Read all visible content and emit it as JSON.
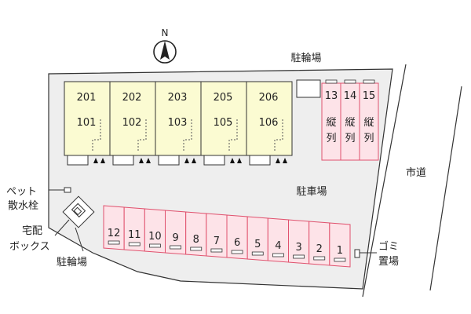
{
  "compass": {
    "label": "N"
  },
  "labels": {
    "bicycle_parking_top": "駐輪場",
    "road": "市道",
    "parking_lot": "駐車場",
    "pet_hydrant_line1": "ペット",
    "pet_hydrant_line2": "散水栓",
    "delivery_box_line1": "宅配",
    "delivery_box_line2": "ボックス",
    "bicycle_parking_left": "駐輪場",
    "garbage_line1": "ゴミ",
    "garbage_line2": "置場"
  },
  "building": {
    "units": [
      {
        "upper": "201",
        "lower": "101"
      },
      {
        "upper": "202",
        "lower": "102"
      },
      {
        "upper": "203",
        "lower": "103"
      },
      {
        "upper": "205",
        "lower": "105"
      },
      {
        "upper": "206",
        "lower": "106"
      }
    ]
  },
  "parking_vertical": [
    {
      "number": "13",
      "note": "縦列"
    },
    {
      "number": "14",
      "note": "縦列"
    },
    {
      "number": "15",
      "note": "縦列"
    }
  ],
  "parking_row": [
    "12",
    "11",
    "10",
    "9",
    "8",
    "7",
    "6",
    "5",
    "4",
    "3",
    "2",
    "1"
  ],
  "colors": {
    "lot": "#eeeeee",
    "building": "#fbfbd2",
    "parking_fill": "#fde3e8",
    "parking_stroke": "#e0526e"
  }
}
